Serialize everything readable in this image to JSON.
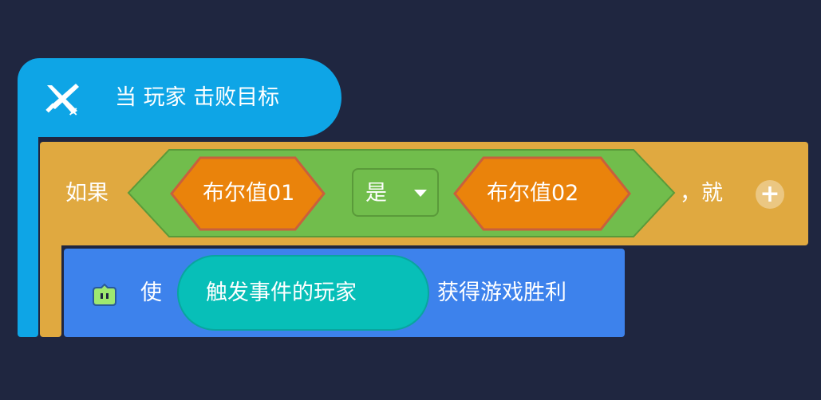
{
  "event_block": {
    "icon": "crossed-swords-icon",
    "text": "当 玩家 击败目标"
  },
  "if_block": {
    "if_label": "如果",
    "left_operand": "布尔值01",
    "operator": "是",
    "right_operand": "布尔值02",
    "then_label": "，就",
    "add_icon": "plus-icon"
  },
  "action_block": {
    "icon": "robot-icon",
    "prefix": "使",
    "target": "触发事件的玩家",
    "suffix": "获得游戏胜利"
  },
  "colors": {
    "background": "#1f2640",
    "event": "#0ea5e6",
    "control": "#e0a940",
    "condition": "#71bd4c",
    "boolean": "#ea830b",
    "action": "#3d82ec",
    "player": "#07bfb8"
  }
}
